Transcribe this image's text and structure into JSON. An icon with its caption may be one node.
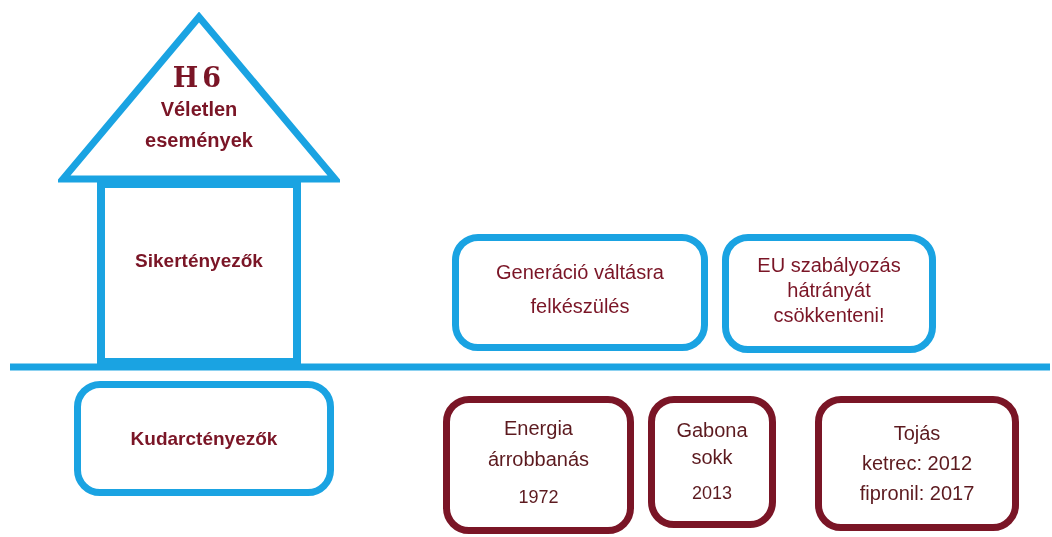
{
  "diagram": {
    "nodes": [
      {
        "text": [
          "H6",
          "Véletlen események"
        ]
      },
      {
        "text": [
          "Sikertényezők"
        ]
      },
      {
        "text": [
          "Generáció váltásra felkészülés"
        ]
      },
      {
        "text": [
          "EU szabályozás hátrányát csökkenteni!"
        ]
      },
      {
        "text": [
          "Kudarctényezők"
        ]
      },
      {
        "text": [
          "Energia árrobbanás",
          "1972"
        ]
      },
      {
        "text": [
          "Gabona sokk",
          "2013"
        ]
      },
      {
        "text": [
          "Tojás",
          "ketrec: 2012",
          "fipronil: 2017"
        ]
      }
    ]
  }
}
